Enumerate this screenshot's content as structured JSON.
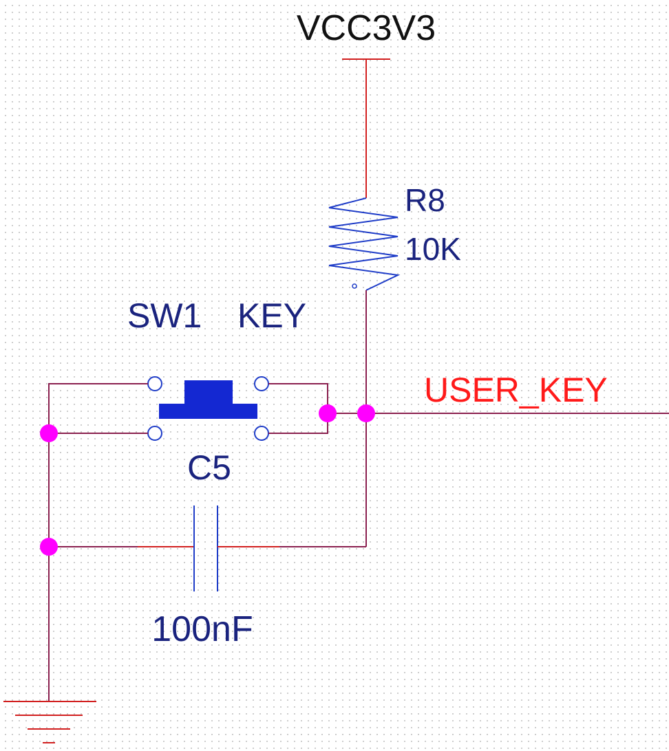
{
  "power": {
    "label": "VCC3V3"
  },
  "resistor": {
    "ref": "R8",
    "value": "10K"
  },
  "switch": {
    "ref": "SW1",
    "value": "KEY"
  },
  "capacitor": {
    "ref": "C5",
    "value": "100nF"
  },
  "net": {
    "label": "USER_KEY"
  },
  "colors": {
    "wire_net": "#8a1f4e",
    "pin_red": "#d21e1e",
    "component_blue": "#1e3cc8",
    "label_navy": "#1a237e",
    "net_label_red": "#ff1a1a",
    "junction_magenta": "#ff00ff",
    "power_text": "#111111"
  }
}
